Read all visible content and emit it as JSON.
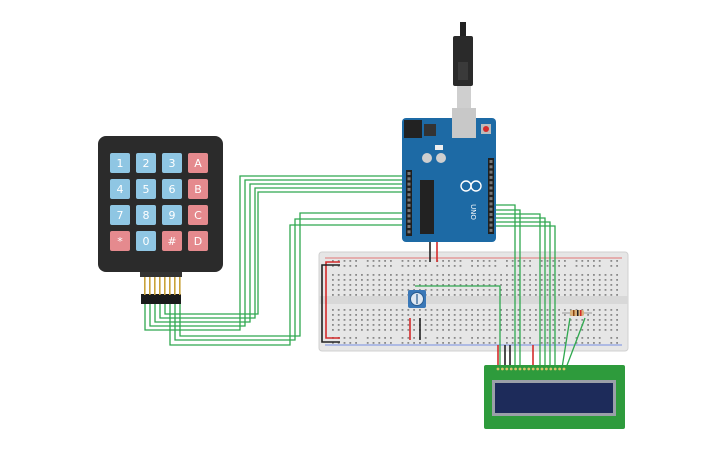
{
  "keypad": {
    "rows": [
      [
        "1",
        "2",
        "3",
        "A"
      ],
      [
        "4",
        "5",
        "6",
        "B"
      ],
      [
        "7",
        "8",
        "9",
        "C"
      ],
      [
        "*",
        "0",
        "#",
        "D"
      ]
    ],
    "number_key_color": "#8fc6e3",
    "letter_key_color": "#e58a8e",
    "body_color": "#2b2b2b"
  },
  "arduino": {
    "board_label": "UNO",
    "board_color": "#1d6aa5"
  },
  "colors": {
    "wire_green": "#2fa84f",
    "wire_red": "#d42b2b",
    "wire_black": "#222222",
    "breadboard": "#e6e6e6",
    "lcd_board": "#2e9b3c",
    "lcd_screen": "#1d2b5a"
  }
}
